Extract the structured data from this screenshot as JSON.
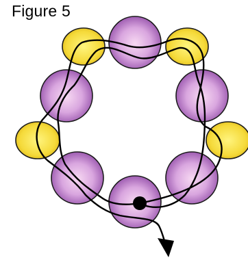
{
  "figure": {
    "title": "Figure 5"
  },
  "colors": {
    "purple_bead_center": "#f7d9f2",
    "purple_bead_mid": "#c98ed4",
    "purple_bead_edge": "#8f4fa6",
    "yellow_bead_center": "#fff27a",
    "yellow_bead_edge": "#e0bf1c",
    "outline": "#1a1a1a",
    "thread": "#000000"
  },
  "beads": {
    "purple_count": 6,
    "yellow_count": 4
  },
  "thread": {
    "start_marker": "dot",
    "end_marker": "arrow"
  }
}
